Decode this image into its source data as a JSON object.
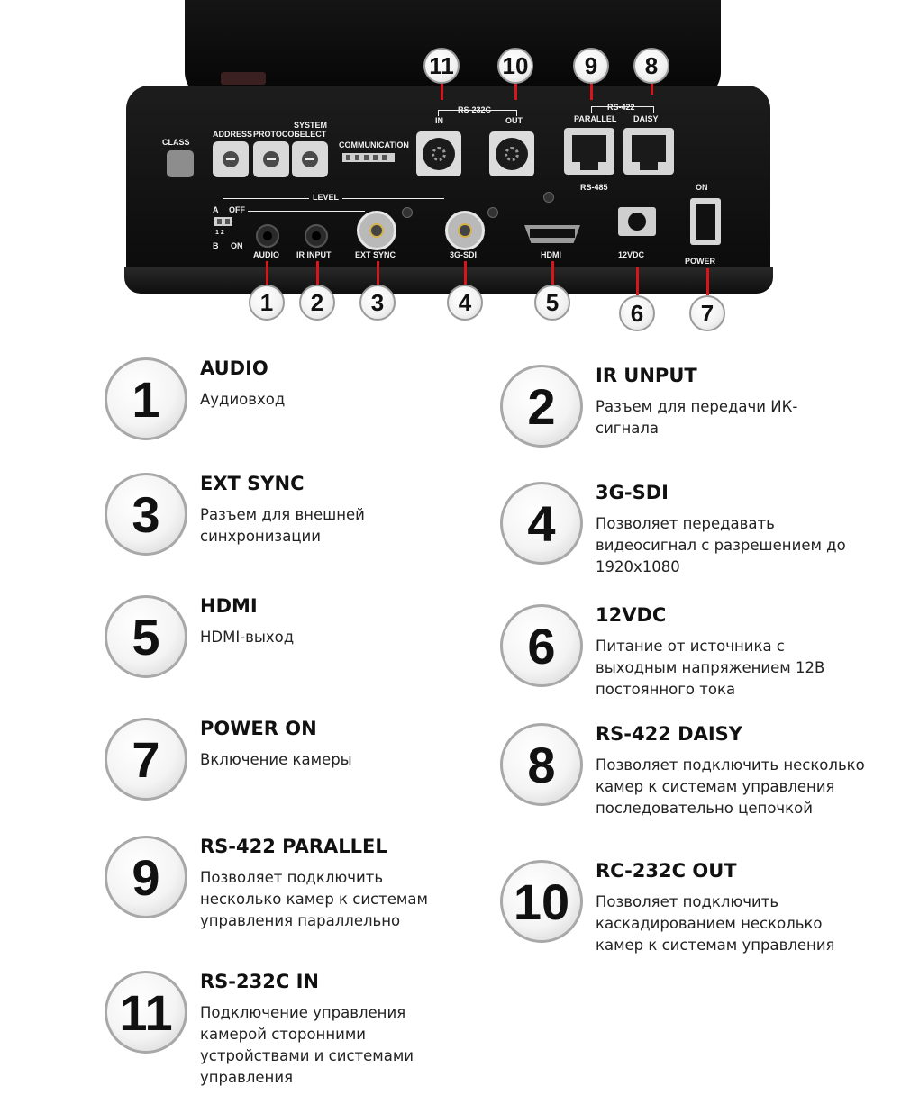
{
  "device": {
    "labels": {
      "class": "CLASS",
      "address": "ADDRESS",
      "protocol": "PROTOCOL",
      "system_select": "SYSTEM\nSELECT",
      "communication": "COMMUNICATION",
      "rs232c": "RS-232C",
      "in": "IN",
      "out": "OUT",
      "rs422": "RS-422",
      "parallel": "PARALLEL",
      "daisy": "DAISY",
      "rs485": "RS-485",
      "level": "LEVEL",
      "a": "A",
      "off": "OFF",
      "b": "B",
      "on": "ON",
      "dip_numbers": "1  2",
      "audio": "AUDIO",
      "ir_input": "IR INPUT",
      "ext_sync": "EXT SYNC",
      "sdi": "3G-SDI",
      "hdmi": "HDMI",
      "vdc": "12VDC",
      "power_on": "ON",
      "power": "POWER"
    },
    "callouts": [
      "1",
      "2",
      "3",
      "4",
      "5",
      "6",
      "7",
      "8",
      "9",
      "10",
      "11"
    ]
  },
  "legend": [
    {
      "num": "1",
      "title": "AUDIO",
      "desc": "Аудиовход"
    },
    {
      "num": "2",
      "title": "IR UNPUT",
      "desc": "Разъем для передачи ИК-сигнала"
    },
    {
      "num": "3",
      "title": "EXT SYNC",
      "desc": "Разъем для внешней синхронизации"
    },
    {
      "num": "4",
      "title": "3G-SDI",
      "desc": "Позволяет передавать видеосигнал с разрешением до 1920x1080"
    },
    {
      "num": "5",
      "title": "HDMI",
      "desc": "HDMI-выход"
    },
    {
      "num": "6",
      "title": "12VDC",
      "desc": "Питание от источника с выходным напряжением 12В постоянного тока"
    },
    {
      "num": "7",
      "title": "POWER ON",
      "desc": "Включение камеры"
    },
    {
      "num": "8",
      "title": "RS-422 DAISY",
      "desc": "Позволяет подключить несколько камер к системам управления последовательно цепочкой"
    },
    {
      "num": "9",
      "title": "RS-422 PARALLEL",
      "desc": "Позволяет подключить несколько камер к системам управления параллельно"
    },
    {
      "num": "10",
      "title": "RC-232C OUT",
      "desc": "Позволяет подключить каскадированием несколько камер к системам управления"
    },
    {
      "num": "11",
      "title": "RS-232C IN",
      "desc": "Подключение управления камерой сторонними устройствами и системами управления"
    }
  ]
}
